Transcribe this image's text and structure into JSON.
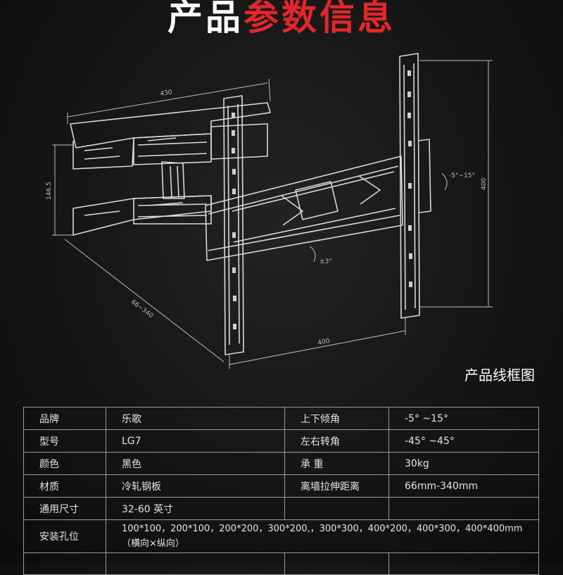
{
  "title": {
    "part1": "产品",
    "part2": "参数信息"
  },
  "colors": {
    "accent": "#e3262b",
    "background": "#151515",
    "line": "#dcdcdc"
  },
  "diagram": {
    "caption": "产品线框图",
    "dimensions": {
      "top_width": "430",
      "side_height": "146.5",
      "extension": "66~340",
      "plate_height": "400",
      "plate_width": "400",
      "tilt": "-5°~15°",
      "swivel": "±3°"
    }
  },
  "spec_table": {
    "rows": [
      {
        "label": "品牌",
        "value": "乐歌",
        "label2": "上下倾角",
        "value2": "-5°  ~15°"
      },
      {
        "label": "型号",
        "value": "LG7",
        "label2": "左右转角",
        "value2": "-45°  ~45°"
      },
      {
        "label": "颜色",
        "value": "黑色",
        "label2": "承    重",
        "value2": "30kg"
      },
      {
        "label": "材质",
        "value": "冷轧钢板",
        "label2": "离墙拉伸距离",
        "value2": "66mm-340mm"
      },
      {
        "label": "通用尺寸",
        "value": "32-60 英寸",
        "label2": "",
        "value2": ""
      }
    ],
    "holes": {
      "label": "安装孔位",
      "value": "100*100，200*100，200*200，300*200,，300*300，400*200，400*300，400*400mm（横向×纵向）"
    },
    "last_row": {
      "label": "",
      "value": "",
      "label2": "",
      "value2": ""
    }
  }
}
